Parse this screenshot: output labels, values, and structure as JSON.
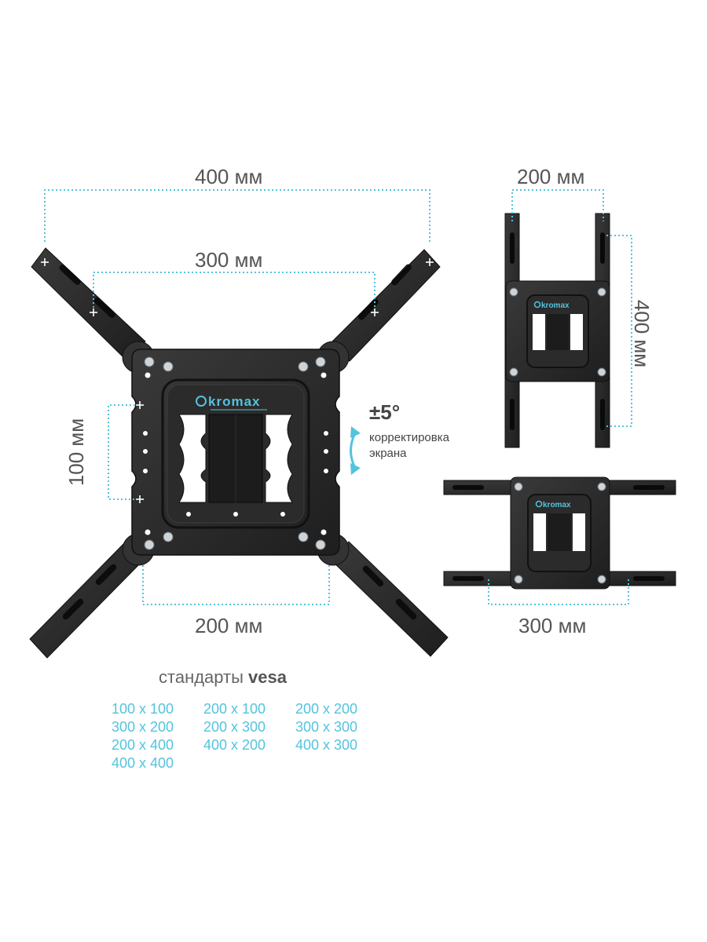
{
  "dimensions": {
    "main_top": "400 мм",
    "main_inner": "300 мм",
    "main_left": "100 мм",
    "main_bottom": "200 мм",
    "tr_top": "200 мм",
    "tr_right": "400 мм",
    "br_bottom": "300 мм"
  },
  "tilt": {
    "value": "±5°",
    "line1": "корректировка",
    "line2": "экрана"
  },
  "brand": "kromax",
  "vesa": {
    "title_prefix": "стандарты ",
    "title_bold": "vesa",
    "sizes": [
      "100 x 100",
      "200 x 100",
      "200 x 200",
      "300 x 200",
      "200 x 300",
      "300 x 300",
      "200 x 400",
      "400 x 200",
      "400 x 300",
      "400 x 400"
    ]
  },
  "colors": {
    "accent": "#54c3de",
    "metal": "#2a2a2a",
    "text": "#555555"
  }
}
